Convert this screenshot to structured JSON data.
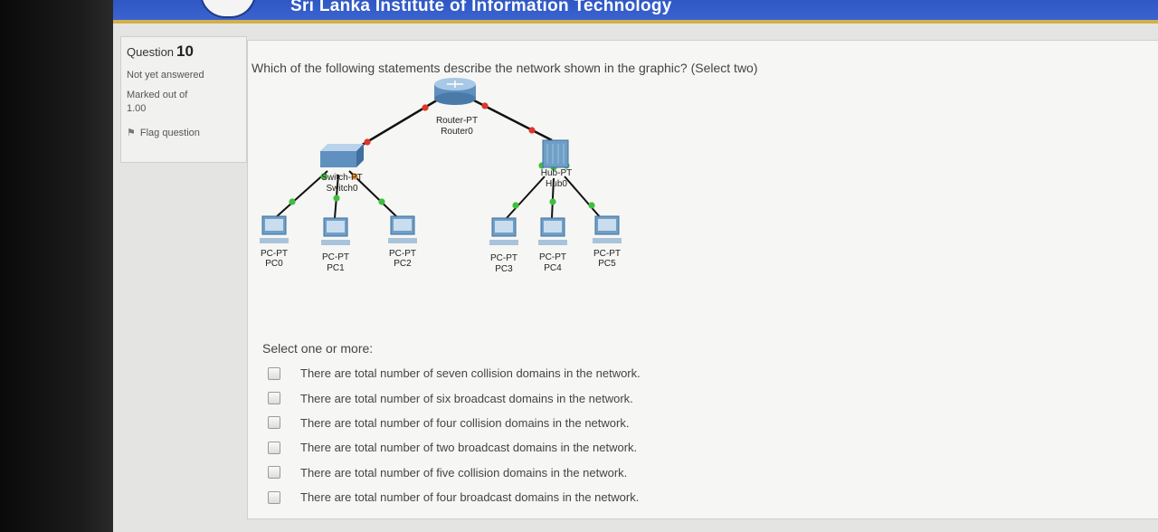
{
  "header": {
    "title": "Sri Lanka Institute of Information Technology"
  },
  "question_info": {
    "question_word": "Question",
    "question_number": "10",
    "status": "Not yet answered",
    "marked_out_of": "Marked out of 1.00",
    "flag_label": "Flag question",
    "flag_icon": "flag-icon"
  },
  "question": {
    "text": "Which of the following statements describe the network shown in the graphic? (Select two)",
    "select_label": "Select one or more:",
    "options": [
      {
        "label": "There are total number of seven collision domains in the network.",
        "checked": false
      },
      {
        "label": "There are total number of six broadcast domains in the network.",
        "checked": false
      },
      {
        "label": "There are total number of four collision domains in the network.",
        "checked": false
      },
      {
        "label": "There are total number of two broadcast domains in the network.",
        "checked": false
      },
      {
        "label": "There are total number of five collision domains in the network.",
        "checked": false
      },
      {
        "label": "There are total number of four broadcast domains in the network.",
        "checked": false
      }
    ]
  },
  "diagram": {
    "router": {
      "type": "Router-PT",
      "name": "Router0"
    },
    "switch": {
      "type": "Switch-PT",
      "name": "Switch0"
    },
    "hub": {
      "type": "Hub-PT",
      "name": "Hub0"
    },
    "pcs": [
      {
        "type": "PC-PT",
        "name": "PC0"
      },
      {
        "type": "PC-PT",
        "name": "PC1"
      },
      {
        "type": "PC-PT",
        "name": "PC2"
      },
      {
        "type": "PC-PT",
        "name": "PC3"
      },
      {
        "type": "PC-PT",
        "name": "PC4"
      },
      {
        "type": "PC-PT",
        "name": "PC5"
      }
    ],
    "colors": {
      "link_down": "#e0352b",
      "link_up": "#3fbf3f",
      "link_orange": "#f08a24",
      "device": "#6f9fc7"
    }
  }
}
